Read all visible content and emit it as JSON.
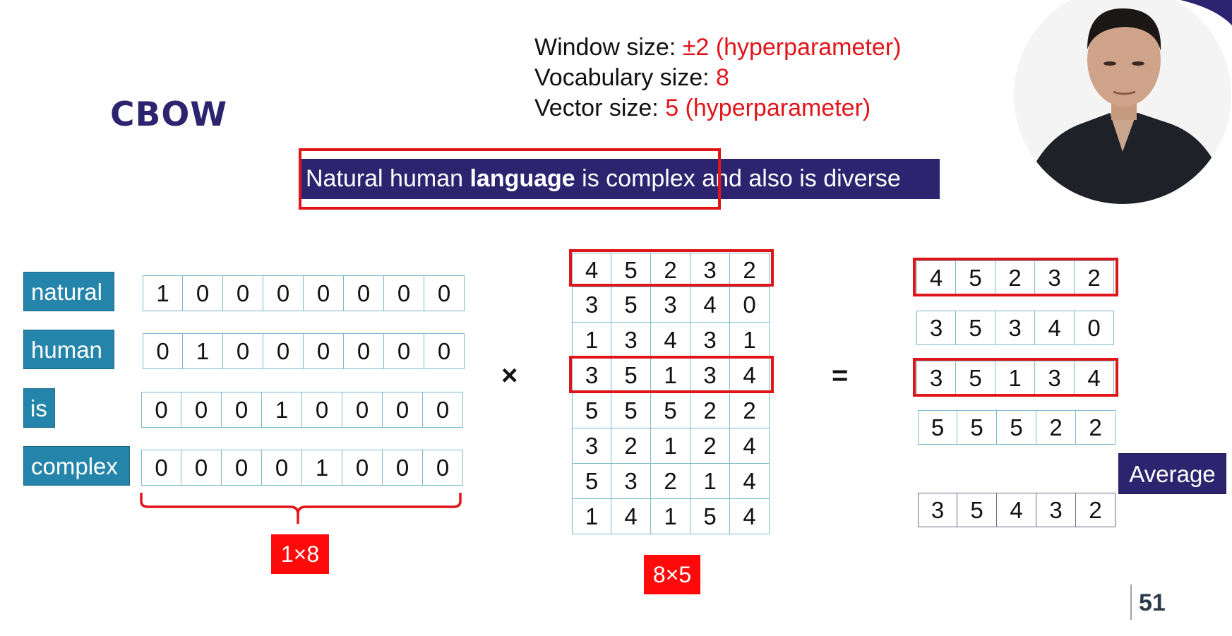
{
  "slide": {
    "title": "CBOW",
    "page_number": "51",
    "params": [
      {
        "label": "Window size: ",
        "value": "±2 (hyperparameter)"
      },
      {
        "label": "Vocabulary size: ",
        "value": "8"
      },
      {
        "label": "Vector size: ",
        "value": "5 (hyperparameter)"
      }
    ],
    "sentence": {
      "part1": "Natural human ",
      "bold": "language",
      "part2": " is complex ",
      "part3": "and also is diverse"
    },
    "words": [
      "natural",
      "human",
      "is",
      "complex"
    ],
    "one_hot": [
      [
        "1",
        "0",
        "0",
        "0",
        "0",
        "0",
        "0",
        "0"
      ],
      [
        "0",
        "1",
        "0",
        "0",
        "0",
        "0",
        "0",
        "0"
      ],
      [
        "0",
        "0",
        "0",
        "1",
        "0",
        "0",
        "0",
        "0"
      ],
      [
        "0",
        "0",
        "0",
        "0",
        "1",
        "0",
        "0",
        "0"
      ]
    ],
    "one_hot_dim": "1×8",
    "multiply_sign": "×",
    "equals_sign": "=",
    "matrix": [
      [
        "4",
        "5",
        "2",
        "3",
        "2"
      ],
      [
        "3",
        "5",
        "3",
        "4",
        "0"
      ],
      [
        "1",
        "3",
        "4",
        "3",
        "1"
      ],
      [
        "3",
        "5",
        "1",
        "3",
        "4"
      ],
      [
        "5",
        "5",
        "5",
        "2",
        "2"
      ],
      [
        "3",
        "2",
        "1",
        "2",
        "4"
      ],
      [
        "5",
        "3",
        "2",
        "1",
        "4"
      ],
      [
        "1",
        "4",
        "1",
        "5",
        "4"
      ]
    ],
    "matrix_dim": "8×5",
    "results": [
      [
        "4",
        "5",
        "2",
        "3",
        "2"
      ],
      [
        "3",
        "5",
        "3",
        "4",
        "0"
      ],
      [
        "3",
        "5",
        "1",
        "3",
        "4"
      ],
      [
        "5",
        "5",
        "5",
        "2",
        "2"
      ]
    ],
    "average_label": "Average",
    "average": [
      "3",
      "5",
      "4",
      "3",
      "2"
    ],
    "colors": {
      "accent_red": "#e01519",
      "navy": "#2d2470",
      "teal": "#2484a9"
    }
  }
}
